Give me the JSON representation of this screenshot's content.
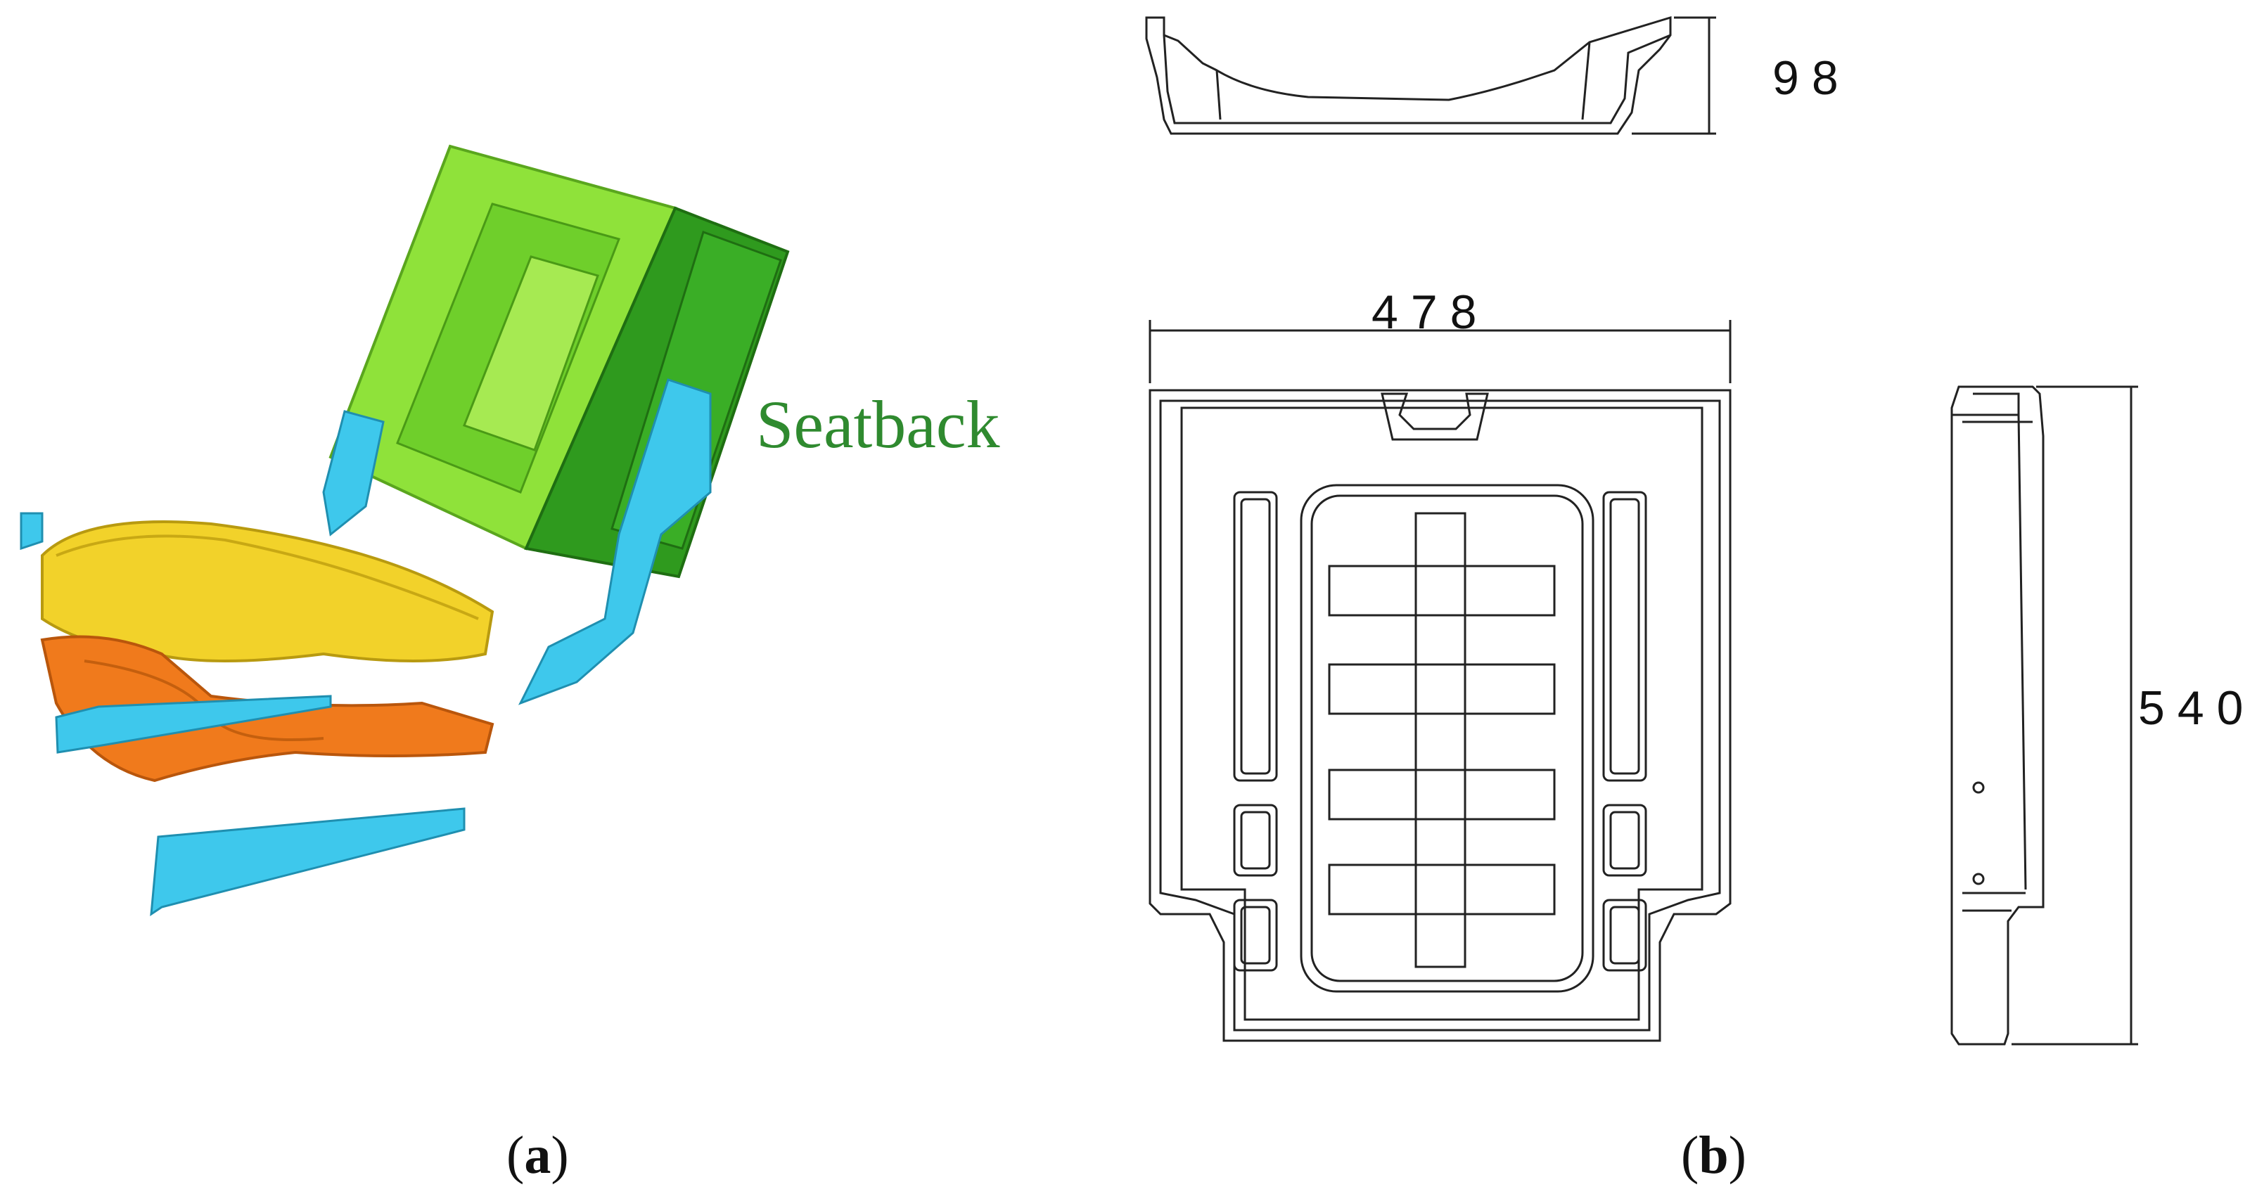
{
  "panel_a": {
    "label_text": "a",
    "callout": "Seatback",
    "colors": {
      "seatback_light": "#8fe23a",
      "seatback_dark": "#2f9a1e",
      "cushion": "#f2d22a",
      "frame": "#f07a1c",
      "bracket": "#3ec8ec",
      "label": "#2f8a2f"
    }
  },
  "panel_b": {
    "label_text": "b",
    "dims": {
      "height_side": "98",
      "width_top": "478",
      "depth_side": "540"
    }
  },
  "paren_open": "(",
  "paren_close": ")"
}
